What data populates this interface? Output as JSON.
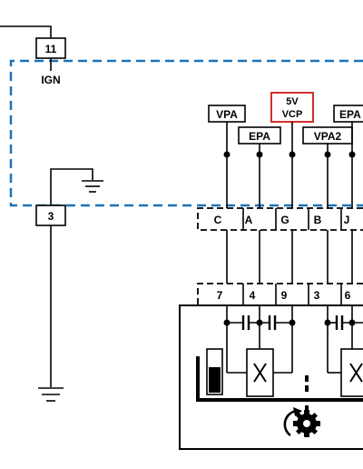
{
  "pins": {
    "ign_pin": "11",
    "ign_label": "IGN",
    "ground_pin": "3"
  },
  "signals": {
    "vpa": "VPA",
    "vcp_line1": "5V",
    "vcp_line2": "VCP",
    "epa_partial": "EPA",
    "epa": "EPA",
    "vpa2": "VPA2"
  },
  "connector_top": [
    "C",
    "A",
    "G",
    "B",
    "J"
  ],
  "connector_bottom": [
    "7",
    "4",
    "9",
    "3",
    "6"
  ],
  "icons": {
    "sensor_symbol": "hall-sensor-x-icon",
    "pedal_position": "pedal-bar-icon",
    "rotation": "rotating-gear-icon",
    "ground": "ground-icon"
  },
  "colors": {
    "dashed_box": "#1a73b8",
    "vcp_border": "#d0302a",
    "wire": "#000000"
  }
}
